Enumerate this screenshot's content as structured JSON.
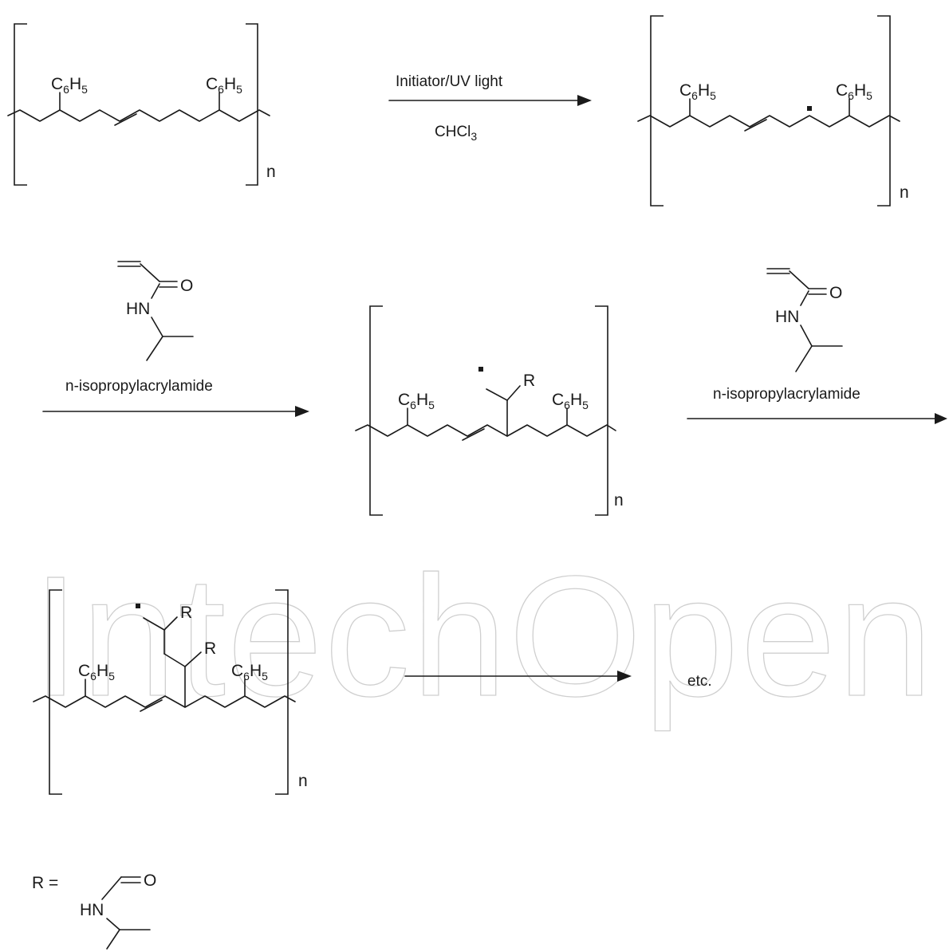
{
  "watermark": "IntechOpen",
  "labels": {
    "phenyl_base": "C",
    "phenyl_sub1": "6",
    "phenyl_mid": "H",
    "phenyl_sub2": "5",
    "repeat_n": "n",
    "R": "R",
    "O": "O",
    "HN": "HN",
    "chcl_base": "CHCl",
    "chcl_sub": "3"
  },
  "steps": {
    "step1_above": "Initiator/UV light",
    "step2_below": "n-isopropylacrylamide",
    "step3_below": "n-isopropylacrylamide",
    "step4_after": "etc."
  },
  "legend": {
    "r_def": "R ="
  }
}
